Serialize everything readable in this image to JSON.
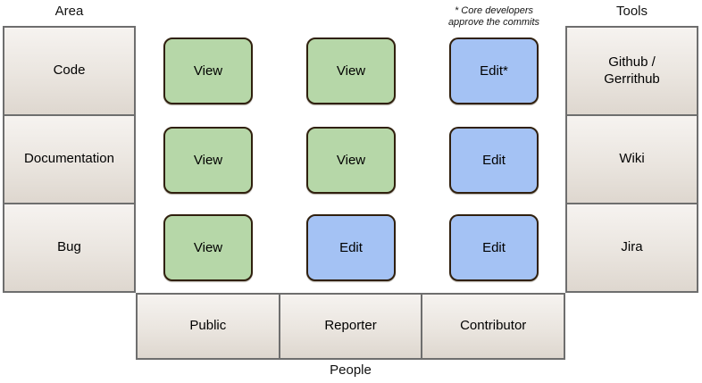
{
  "headers": {
    "area": "Area",
    "tools": "Tools",
    "people": "People"
  },
  "footnote": {
    "line1": "* Core developers",
    "line2": "approve the commits"
  },
  "area": {
    "items": [
      "Code",
      "Documentation",
      "Bug"
    ]
  },
  "tools": {
    "items": [
      "Github / Gerrithub",
      "Wiki",
      "Jira"
    ]
  },
  "people": {
    "items": [
      "Public",
      "Reporter",
      "Contributor"
    ]
  },
  "matrix": {
    "rows": [
      "Code",
      "Documentation",
      "Bug"
    ],
    "columns": [
      "Public",
      "Reporter",
      "Contributor"
    ],
    "cells": [
      [
        {
          "label": "View",
          "type": "view"
        },
        {
          "label": "View",
          "type": "view"
        },
        {
          "label": "Edit*",
          "type": "edit"
        }
      ],
      [
        {
          "label": "View",
          "type": "view"
        },
        {
          "label": "View",
          "type": "view"
        },
        {
          "label": "Edit",
          "type": "edit"
        }
      ],
      [
        {
          "label": "View",
          "type": "view"
        },
        {
          "label": "Edit",
          "type": "edit"
        },
        {
          "label": "Edit",
          "type": "edit"
        }
      ]
    ]
  },
  "colors": {
    "view_fill": "#b6d7a8",
    "edit_fill": "#a4c2f4",
    "cell_border": "#30200e",
    "panel_border": "#6e6e6e"
  }
}
